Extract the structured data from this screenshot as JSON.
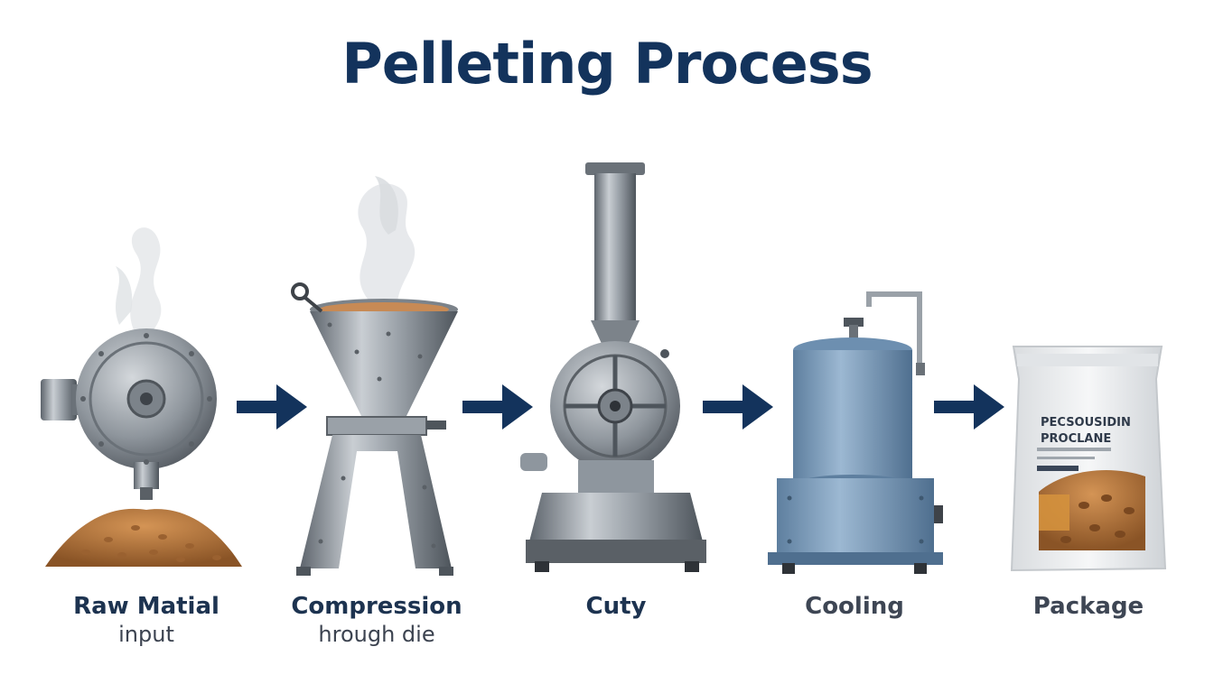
{
  "title": "Pelleting Process",
  "steps": [
    {
      "line1": "Raw Matial",
      "line2": "input"
    },
    {
      "line1": "Compression",
      "line2": "hrough die"
    },
    {
      "line1": "Cuty",
      "line2": ""
    },
    {
      "line1": "Cooling",
      "line2": ""
    },
    {
      "line1": "Package",
      "line2": ""
    }
  ],
  "package_text": {
    "line1": "PECSOUSIDIN",
    "line2": "PROCLANE"
  },
  "icons": [
    "grinder-machine-icon",
    "compression-hopper-icon",
    "pellet-cutter-icon",
    "cooling-tank-icon",
    "pellet-bag-icon",
    "arrow-right-icon"
  ],
  "colors": {
    "title": "#13335c",
    "arrow": "#13335c",
    "steel": "#8e969e",
    "cooler": "#7f9fbe",
    "pellets": "#b0733a"
  }
}
